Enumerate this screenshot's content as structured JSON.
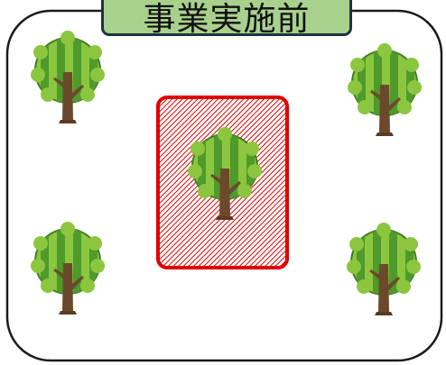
{
  "title": "事業実施前",
  "colors": {
    "frame": "#1a1a1a",
    "title_fill": "#a9d18e",
    "title_border": "#1f3340",
    "highlight": "#e00000",
    "crown_light": "#8cc63f",
    "crown_dark": "#4e9a2b",
    "crown_outline": "#3d7d22",
    "trunk": "#6b4a2b"
  },
  "trees": [
    {
      "name": "tree-top-left"
    },
    {
      "name": "tree-top-right"
    },
    {
      "name": "tree-center-highlighted"
    },
    {
      "name": "tree-bottom-left"
    },
    {
      "name": "tree-bottom-right"
    }
  ]
}
